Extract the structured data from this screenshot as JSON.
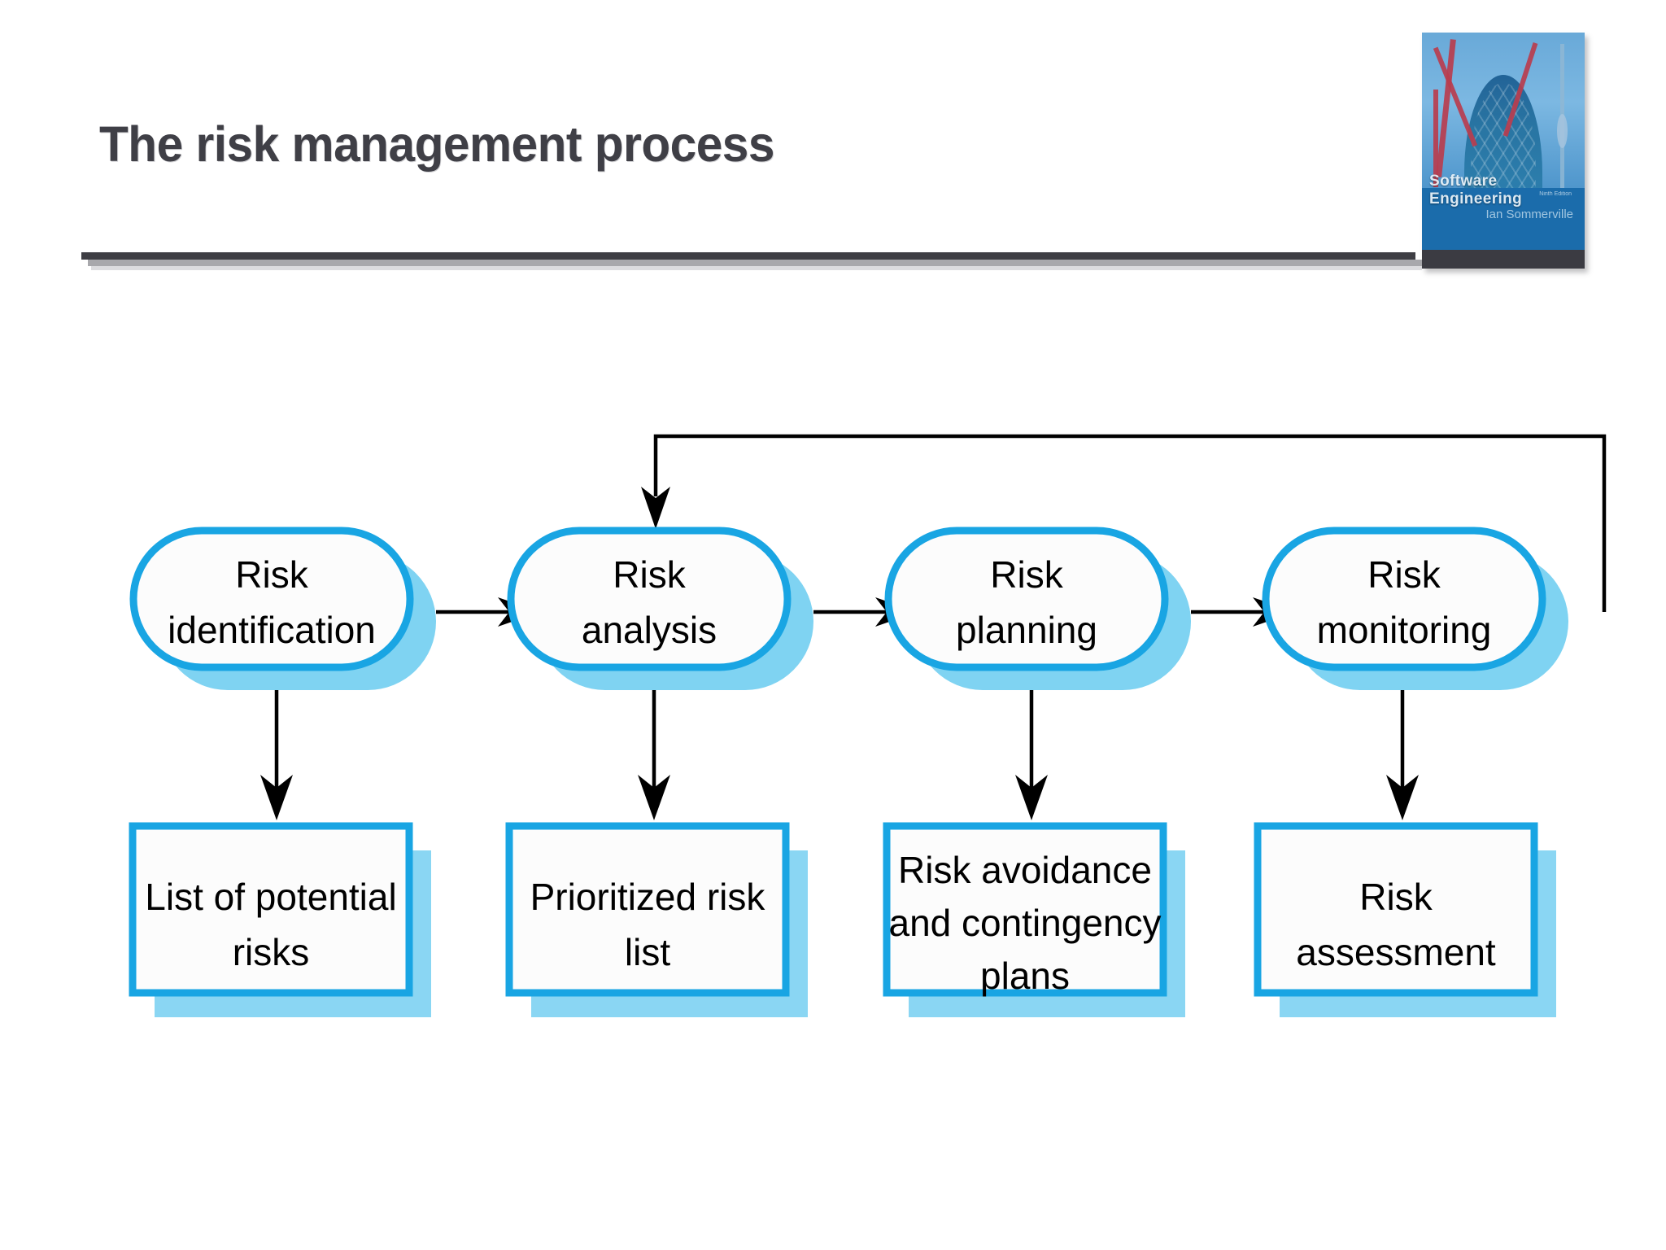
{
  "slide": {
    "title": "The risk management process",
    "background_color": "#ffffff",
    "title_color": "#3F3F46",
    "rule_color": "#3E3E44"
  },
  "book_cover": {
    "name": "software-engineering-book-cover",
    "title": "Software Engineering",
    "author": "Ian Sommerville",
    "edition": "Ninth Edition",
    "background_color": "#1b6cab"
  },
  "diagram": {
    "accent_color": "#19A5E3",
    "shadow_color": "#7FD3F2",
    "connector_color": "#000000",
    "process_steps": [
      {
        "id": "risk-identification",
        "line1": "Risk",
        "line2": "identification"
      },
      {
        "id": "risk-analysis",
        "line1": "Risk",
        "line2": "analysis"
      },
      {
        "id": "risk-planning",
        "line1": "Risk",
        "line2": "planning"
      },
      {
        "id": "risk-monitoring",
        "line1": "Risk",
        "line2": "monitoring"
      }
    ],
    "outputs": [
      {
        "id": "list-of-potential-risks",
        "line1": "List of potential",
        "line2": "risks",
        "line3": ""
      },
      {
        "id": "prioritized-risk-list",
        "line1": "Prioritized risk",
        "line2": "list",
        "line3": ""
      },
      {
        "id": "risk-avoidance-plans",
        "line1": "Risk avoidance",
        "line2": "and contingency",
        "line3": "plans"
      },
      {
        "id": "risk-assessment",
        "line1": "Risk",
        "line2": "assessment",
        "line3": ""
      }
    ],
    "feedback_loop": "Risk monitoring feeds back into Risk analysis"
  }
}
